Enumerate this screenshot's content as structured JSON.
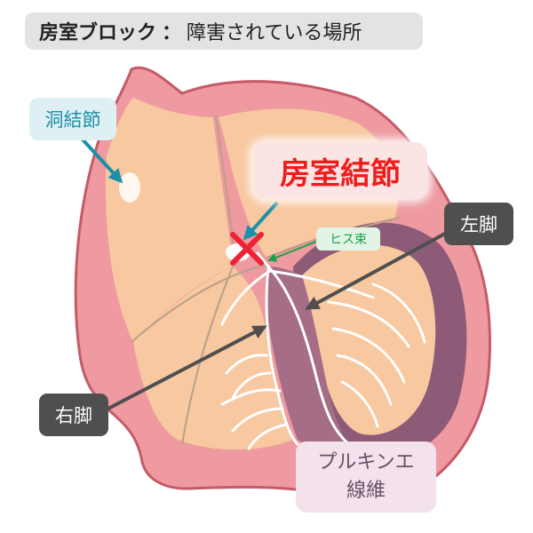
{
  "title": {
    "strong": "房室ブロック",
    "separator": "：",
    "rest": "障害されている場所"
  },
  "labels": {
    "sa_node": "洞結節",
    "av_node": "房室結節",
    "his_bundle": "ヒス束",
    "left_bundle": "左脚",
    "right_bundle": "右脚",
    "purkinje_line1": "プルキンエ",
    "purkinje_line2": "線維"
  },
  "colors": {
    "heart_wall": "#ee9aa0",
    "heart_outline": "#c55a68",
    "chamber": "#f8c8a0",
    "septum_dark": "#8d5b78",
    "block_mark": "#ee2233",
    "arrow": "#4f4f4f",
    "sa_arrow": "#1b90a8",
    "his_arrow": "#19a24a"
  },
  "icons": {
    "block": "x-mark-icon"
  }
}
